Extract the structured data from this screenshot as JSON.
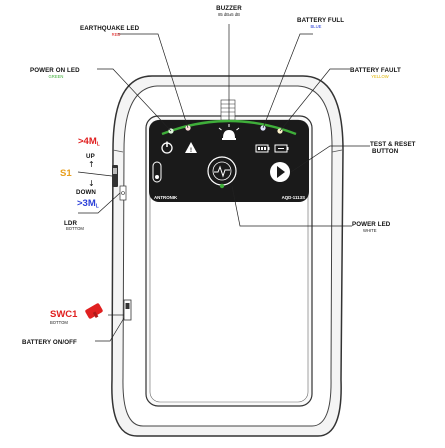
{
  "labels": {
    "buzzer": "BUZZER",
    "buzzer_sub": "85 dB±5 dB",
    "earthquake_led": "EARTHQUAKE LED",
    "earthquake_led_sub": "RED",
    "battery_full": "BATTERY FULL",
    "battery_full_sub": "BLUE",
    "power_on_led": "POWER ON LED",
    "power_on_led_sub": "GREEN",
    "battery_fault": "BATTERY FAULT",
    "battery_fault_sub": "YELLOW",
    "test_reset_line1": "TEST & RESET",
    "test_reset_line2": "BUTTON",
    "s1": "S1",
    "up_value": ">4M",
    "up_value_sub": "L",
    "up": "UP",
    "down": "DOWN",
    "down_value": ">3M",
    "down_value_sub": "L",
    "ldr": "LDR",
    "ldr_sub": "BOTTOM",
    "power_led": "POWER LED",
    "power_led_sub": "WHITE",
    "swc1": "SWC1",
    "swc1_sub": "BOTTOM",
    "battery_on_off": "BATTERY ON/OFF"
  },
  "panel": {
    "brand": "ANTRONIK",
    "model": "AQD-1113S"
  },
  "colors": {
    "red": "#e02020",
    "green": "#3fae3a",
    "blue": "#2a3fd8",
    "yellow": "#e0b400",
    "orange": "#e8a020",
    "panel": "#1a1a1a",
    "outline": "#333333"
  }
}
